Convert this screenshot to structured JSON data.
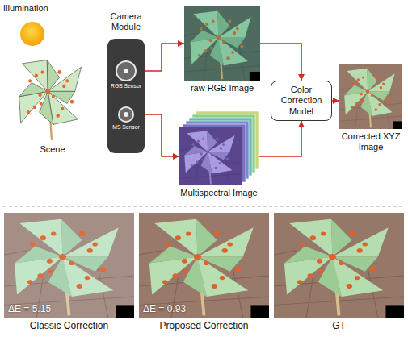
{
  "diagram": {
    "nodes": [
      {
        "text": [
          "Illumination"
        ]
      },
      {
        "text": [
          "Scene"
        ]
      },
      {
        "text": [
          "Camera Module"
        ]
      },
      {
        "text": [
          "RGB Sensor"
        ],
        "in": 2
      },
      {
        "text": [
          "MS Sensor"
        ],
        "in": 2
      },
      {
        "text": [
          "raw RGB Image"
        ]
      },
      {
        "text": [
          "Multispectral Image"
        ]
      },
      {
        "text": [
          "Color Correction Model"
        ]
      },
      {
        "text": [
          "Corrected XYZ Image"
        ]
      },
      {
        "text": [
          "ΔE = 5.15",
          "Classic Correction"
        ]
      },
      {
        "text": [
          "ΔE = 0.93",
          "Proposed Correction"
        ]
      },
      {
        "text": [
          "GT"
        ]
      }
    ],
    "edges": [
      {
        "from": 3,
        "to": 5,
        "arrow": "to"
      },
      {
        "from": 4,
        "to": 6,
        "arrow": "to"
      },
      {
        "from": 5,
        "to": 7,
        "arrow": "to"
      },
      {
        "from": 6,
        "to": 7,
        "arrow": "to"
      },
      {
        "from": 7,
        "to": 8,
        "arrow": "to"
      }
    ]
  }
}
